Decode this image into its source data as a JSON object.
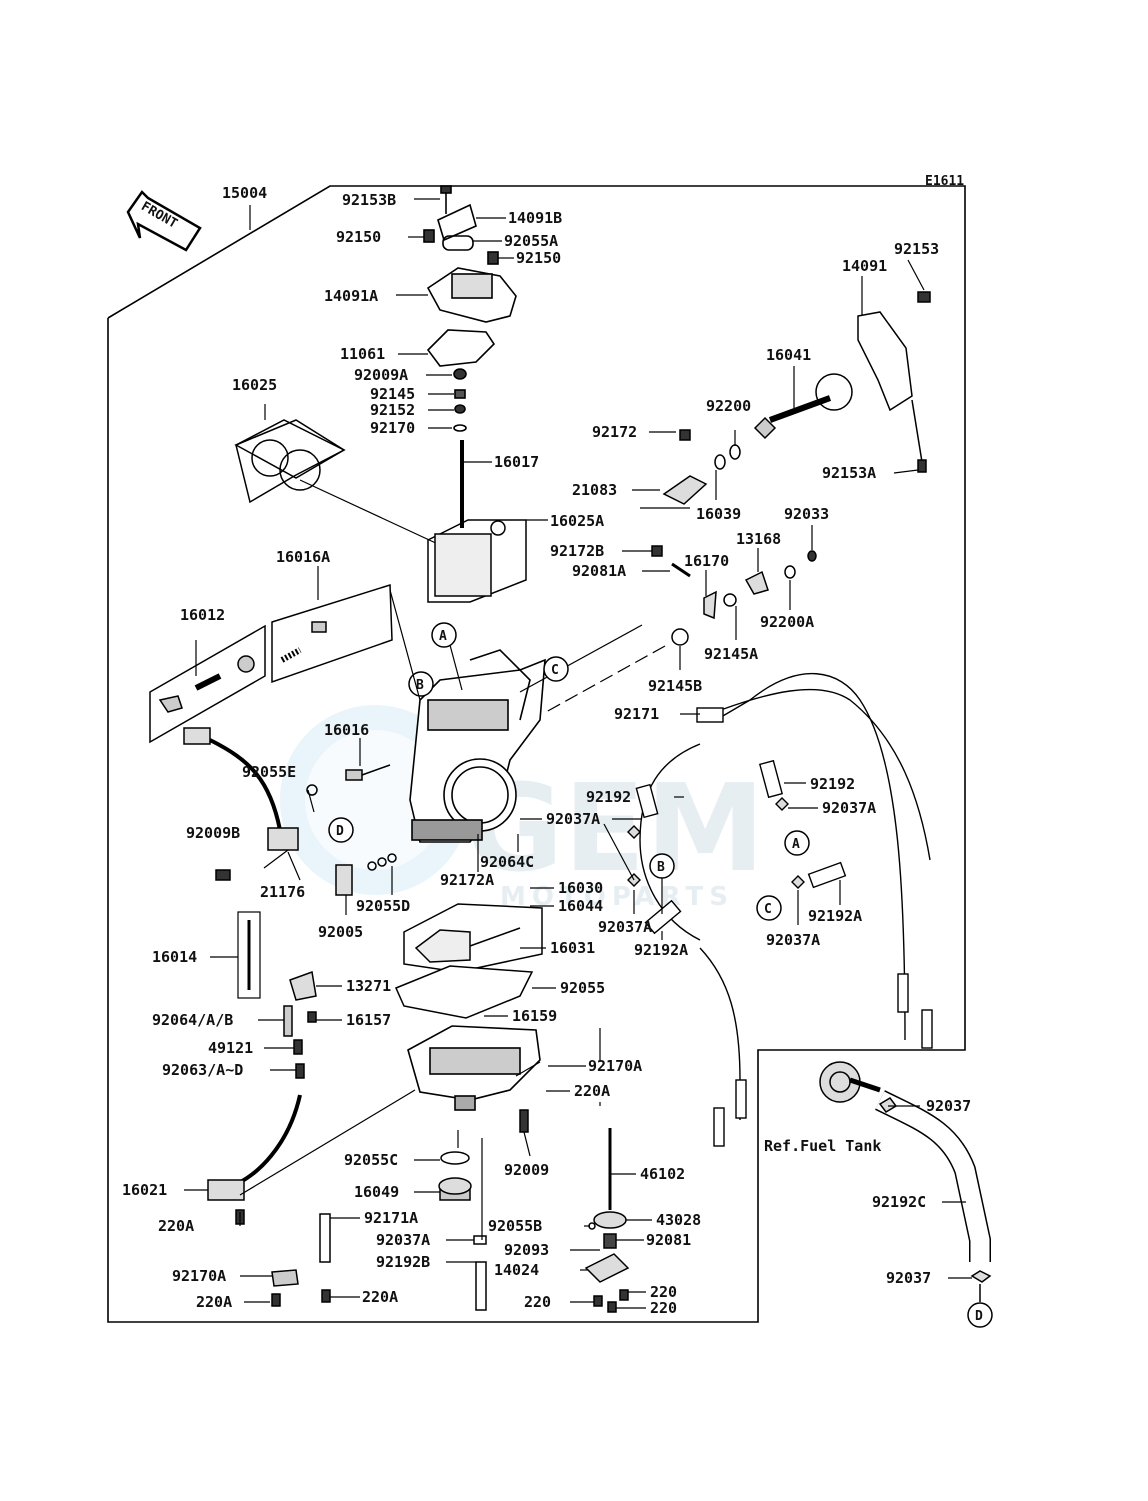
{
  "diagram_code": "E1611",
  "front_label": "FRONT",
  "watermark": {
    "main": "GEM",
    "sub": "MOTOPARTS"
  },
  "callouts": [
    "A",
    "B",
    "C",
    "D"
  ],
  "parts": {
    "p15004": "15004",
    "p92153B": "92153B",
    "p14091B": "14091B",
    "p92150a": "92150",
    "p92055A": "92055A",
    "p92150b": "92150",
    "p14091A": "14091A",
    "p11061": "11061",
    "p92009A": "92009A",
    "p92145": "92145",
    "p92152": "92152",
    "p92170": "92170",
    "p16017": "16017",
    "p16025": "16025",
    "p16025A": "16025A",
    "p16016A": "16016A",
    "p16012": "16012",
    "p16016": "16016",
    "p92055E": "92055E",
    "p92009B": "92009B",
    "p21176": "21176",
    "p92005": "92005",
    "p92055D": "92055D",
    "p16014": "16014",
    "p13271": "13271",
    "p92064AB": "92064/A/B",
    "p16157": "16157",
    "p49121": "49121",
    "p92063AD": "92063/A~D",
    "p16021": "16021",
    "p220A_1": "220A",
    "p92170A_1": "92170A",
    "p220A_2": "220A",
    "p92055C": "92055C",
    "p16049": "16049",
    "p92171A": "92171A",
    "p92037A_low": "92037A",
    "p92192B": "92192B",
    "p220A_3": "220A",
    "p92009": "92009",
    "p46102": "46102",
    "p92055B": "92055B",
    "p43028": "43028",
    "p92093": "92093",
    "p92081": "92081",
    "p14024": "14024",
    "p220_1": "220",
    "p220_2": "220",
    "p220_3": "220",
    "p92170A_2": "92170A",
    "p220A_4": "220A",
    "p16159": "16159",
    "p92055": "92055",
    "p16031": "16031",
    "p16044": "16044",
    "p16030": "16030",
    "p92172A": "92172A",
    "p92064C": "92064C",
    "p92037A_mid": "92037A",
    "p92037A_b": "92037A",
    "p92192A_1": "92192A",
    "p92192_1": "92192",
    "p92171": "92171",
    "p92145B": "92145B",
    "p92192_2": "92192",
    "p92037A_r": "92037A",
    "p92192A_2": "92192A",
    "p92037A_c": "92037A",
    "p92172": "92172",
    "p21083": "21083",
    "p16039": "16039",
    "p92200": "92200",
    "p16041": "16041",
    "p14091": "14091",
    "p92153": "92153",
    "p92153A": "92153A",
    "p92033": "92033",
    "p92172B": "92172B",
    "p92081A": "92081A",
    "p16170": "16170",
    "p13168": "13168",
    "p92200A": "92200A",
    "p92145A": "92145A",
    "p92037_1": "92037",
    "p92192C": "92192C",
    "p92037_2": "92037",
    "ref_fuel_tank": "Ref.Fuel Tank"
  }
}
